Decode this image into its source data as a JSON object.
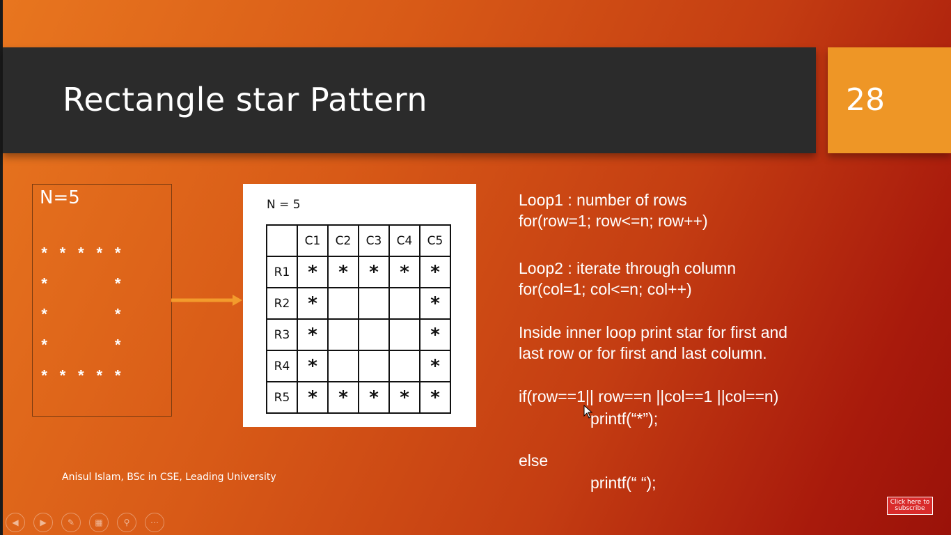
{
  "slide": {
    "title": "Rectangle star Pattern",
    "number": "28",
    "author": "Anisul Islam, BSc in CSE, Leading University"
  },
  "pattern": {
    "n_label": "N=5",
    "rows": [
      "* * * * *",
      "*       *",
      "*       *",
      "*       *",
      "* * * * *"
    ]
  },
  "grid": {
    "n_label": "N = 5",
    "headers": [
      "",
      "C1",
      "C2",
      "C3",
      "C4",
      "C5"
    ],
    "rows": [
      [
        "R1",
        "*",
        "*",
        "*",
        "*",
        "*"
      ],
      [
        "R2",
        "*",
        "",
        "",
        "",
        "*"
      ],
      [
        "R3",
        "*",
        "",
        "",
        "",
        "*"
      ],
      [
        "R4",
        "*",
        "",
        "",
        "",
        "*"
      ],
      [
        "R5",
        "*",
        "*",
        "*",
        "*",
        "*"
      ]
    ]
  },
  "code": {
    "loop1_title": "Loop1 : number of rows",
    "loop1_code": "for(row=1; row<=n; row++)",
    "loop2_title": "Loop2 : iterate through column",
    "loop2_code": "for(col=1; col<=n; col++)",
    "explain_1": "Inside inner loop print star for first and",
    "explain_2": "last row or for first and last column.",
    "if_line": "if(row==1|| row==n ||col==1 ||col==n)",
    "printf_star": "printf(“*”);",
    "else_line": "else",
    "printf_space": "printf(“ “);"
  },
  "controls": {
    "prev": "◀",
    "next": "▶",
    "pen": "✎",
    "slides": "▦",
    "zoom": "⚲",
    "more": "⋯"
  },
  "subscribe": {
    "line1": "Click here to",
    "line2": "subscribe"
  },
  "colors": {
    "title_bar": "#2b2b2b",
    "number_box": "#ee9626",
    "arrow": "#f39b2c"
  }
}
